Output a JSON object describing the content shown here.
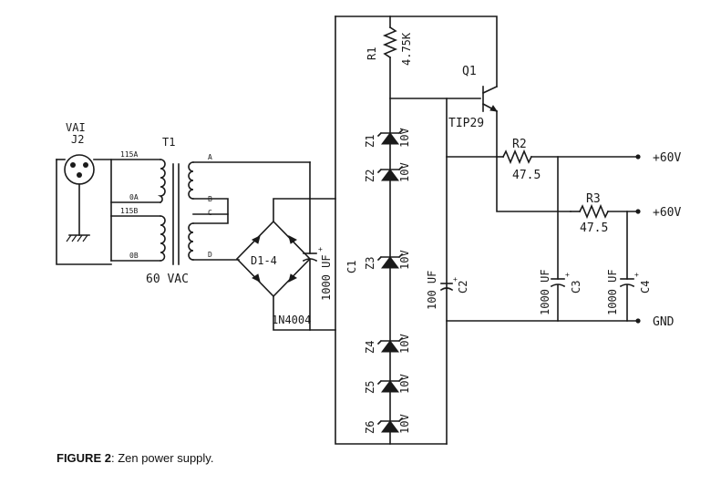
{
  "connector": {
    "ref": "J2",
    "type": "VAI"
  },
  "transformer": {
    "ref": "T1",
    "primary": [
      "115A",
      "0A",
      "115B",
      "0B"
    ],
    "secondary": [
      "A",
      "B",
      "C",
      "D"
    ],
    "rating": "60 VAC"
  },
  "bridge": {
    "ref": "D1-4",
    "part": "1N4004"
  },
  "capacitors": [
    {
      "ref": "C1",
      "value": "1000 UF"
    },
    {
      "ref": "C2",
      "value": "100 UF"
    },
    {
      "ref": "C3",
      "value": "1000 UF"
    },
    {
      "ref": "C4",
      "value": "1000 UF"
    }
  ],
  "resistors": [
    {
      "ref": "R1",
      "value": "4.75K"
    },
    {
      "ref": "R2",
      "value": "47.5"
    },
    {
      "ref": "R3",
      "value": "47.5"
    }
  ],
  "transistor": {
    "ref": "Q1",
    "part": "TIP29"
  },
  "zeners": [
    {
      "ref": "Z1",
      "value": "10V"
    },
    {
      "ref": "Z2",
      "value": "10V"
    },
    {
      "ref": "Z3",
      "value": "10V"
    },
    {
      "ref": "Z4",
      "value": "10V"
    },
    {
      "ref": "Z5",
      "value": "10V"
    },
    {
      "ref": "Z6",
      "value": "10V"
    }
  ],
  "outputs": [
    "+60V",
    "+60V",
    "GND"
  ],
  "polarity": {
    "plus": "+"
  },
  "caption": {
    "figure": "FIGURE 2",
    "text": ": Zen power supply."
  }
}
